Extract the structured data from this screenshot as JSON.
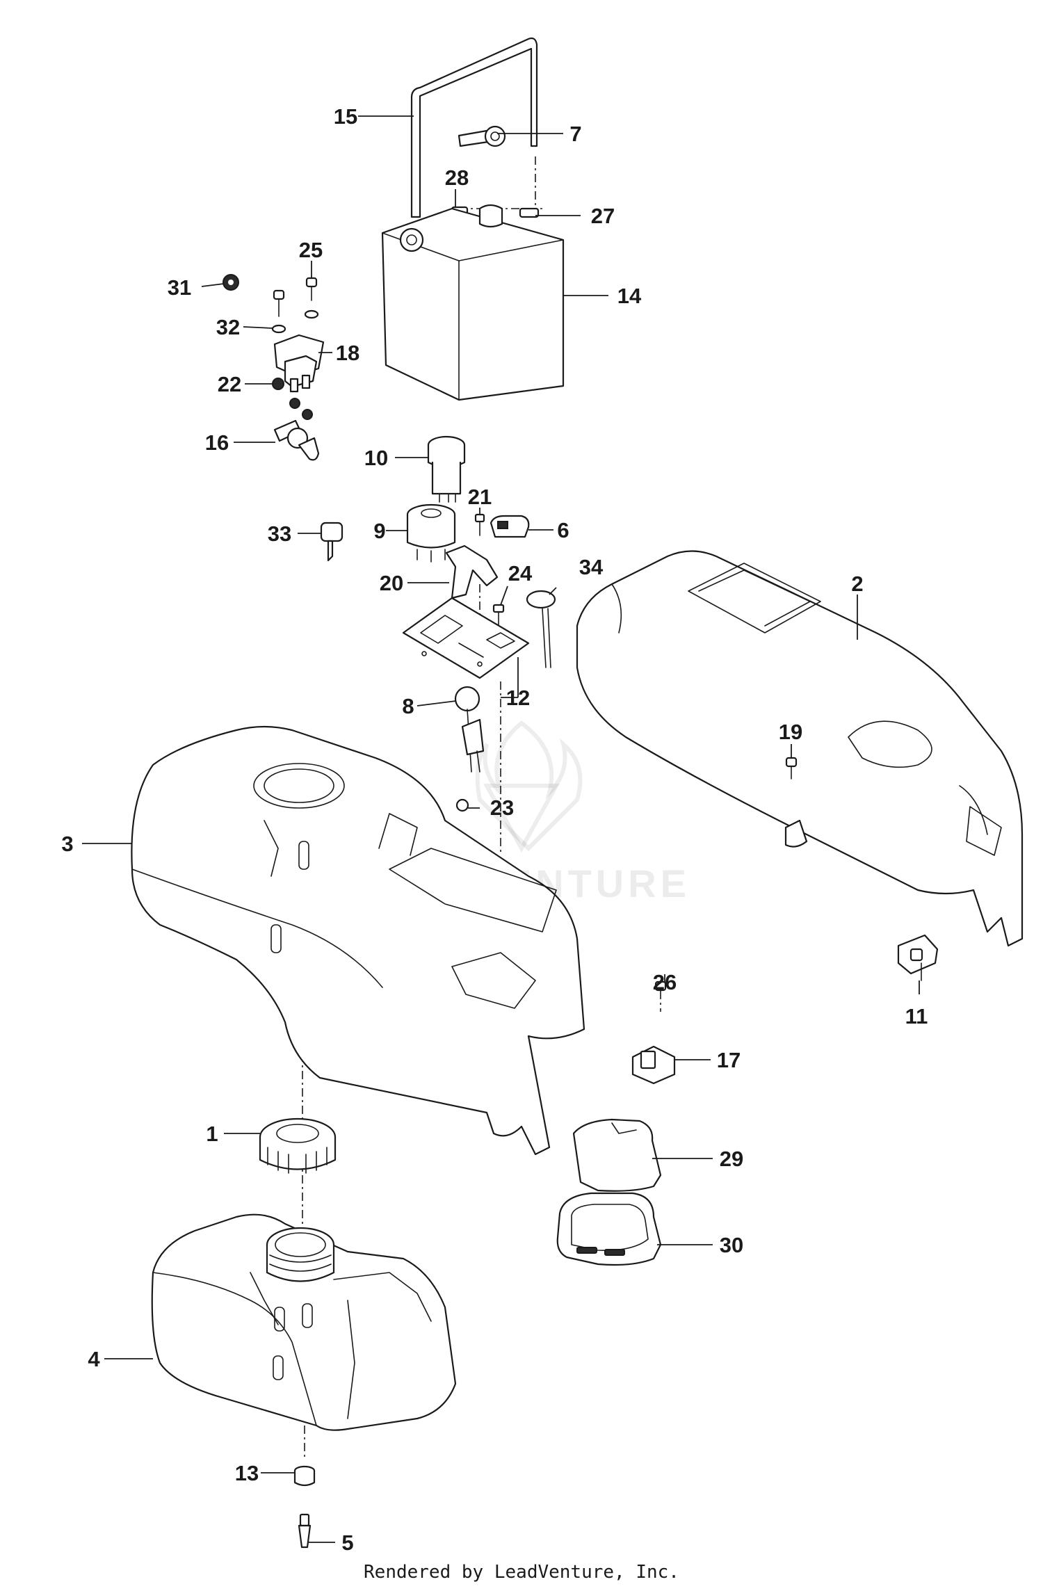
{
  "diagram": {
    "callouts": [
      "15",
      "7",
      "28",
      "27",
      "25",
      "31",
      "14",
      "32",
      "18",
      "22",
      "16",
      "10",
      "21",
      "33",
      "9",
      "6",
      "20",
      "24",
      "34",
      "2",
      "8",
      "12",
      "19",
      "3",
      "23",
      "11",
      "26",
      "17",
      "1",
      "29",
      "30",
      "4",
      "13",
      "5"
    ],
    "watermark": "LEADVENTURE",
    "footer": "Rendered by LeadVenture, Inc."
  }
}
